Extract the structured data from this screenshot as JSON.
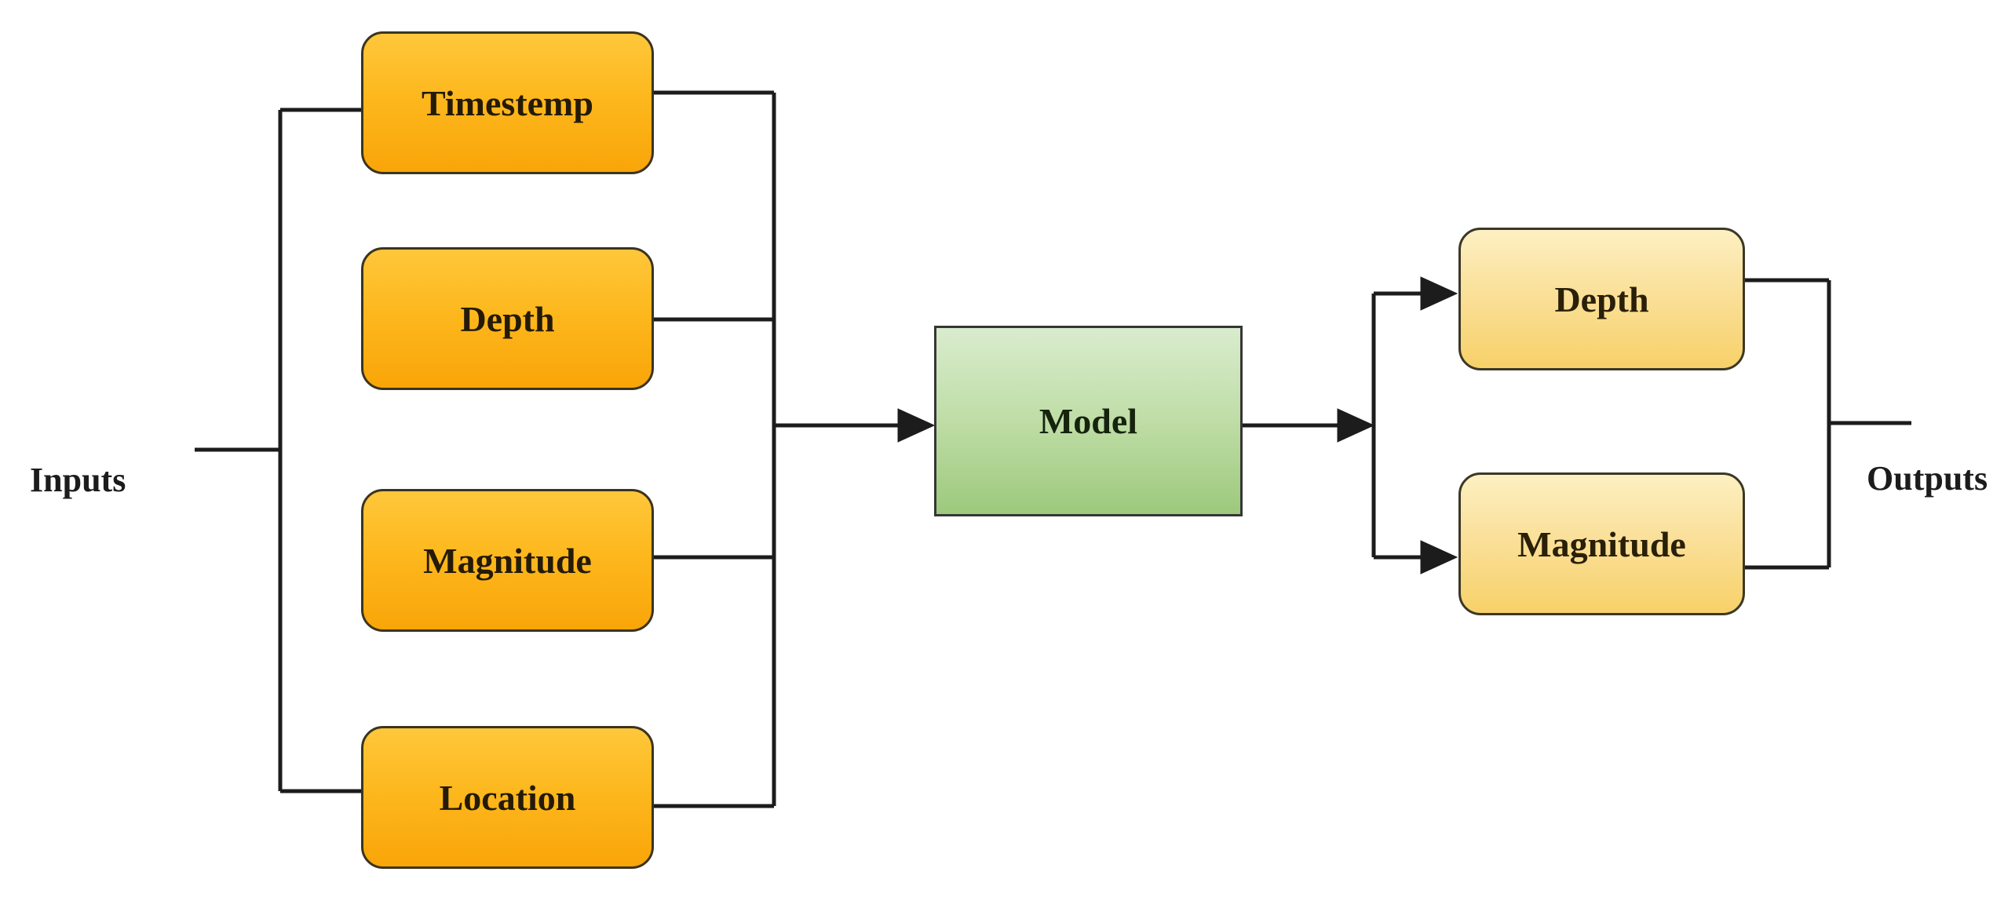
{
  "diagram": {
    "inputs_label": "Inputs",
    "outputs_label": "Outputs",
    "input_nodes": [
      {
        "label": "Timestemp"
      },
      {
        "label": "Depth"
      },
      {
        "label": "Magnitude"
      },
      {
        "label": "Location"
      }
    ],
    "model_node": {
      "label": "Model"
    },
    "output_nodes": [
      {
        "label": "Depth"
      },
      {
        "label": "Magnitude"
      }
    ],
    "colors": {
      "input_node_fill_top": "#fec73b",
      "input_node_fill_bottom": "#f9a508",
      "output_node_fill_top": "#fdf0c2",
      "output_node_fill_bottom": "#f7d169",
      "model_fill_top": "#d9ecce",
      "model_fill_bottom": "#9cc97c",
      "node_border": "#3b341f",
      "connector": "#1c1c1c",
      "background": "#ffffff"
    }
  }
}
